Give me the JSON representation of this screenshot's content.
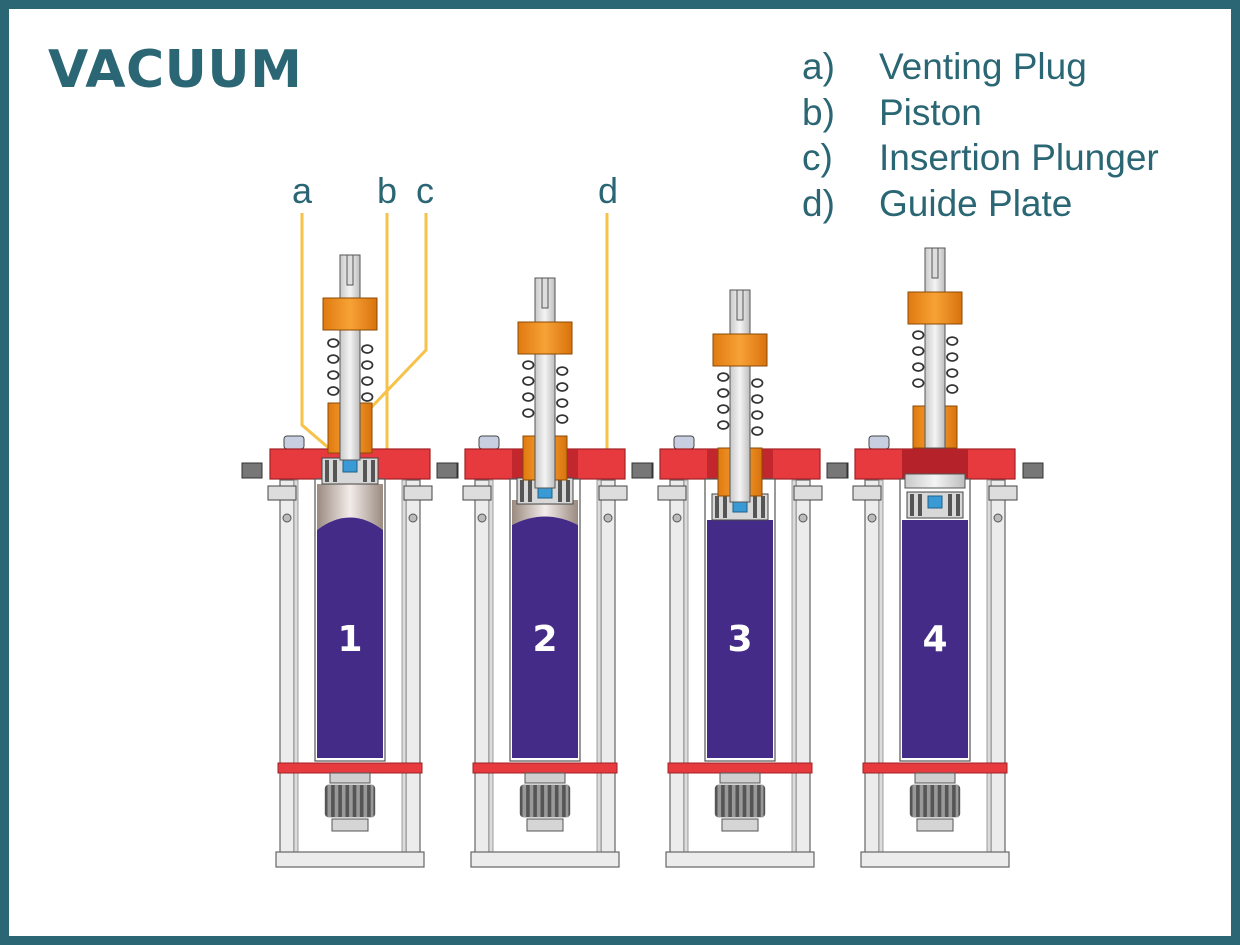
{
  "title": "VACUUM",
  "legend": [
    {
      "key": "a)",
      "label": "Venting Plug"
    },
    {
      "key": "b)",
      "label": "Piston"
    },
    {
      "key": "c)",
      "label": "Insertion Plunger"
    },
    {
      "key": "d)",
      "label": "Guide Plate"
    }
  ],
  "callouts": [
    "a",
    "b",
    "c",
    "d"
  ],
  "stages": [
    {
      "number": "1"
    },
    {
      "number": "2"
    },
    {
      "number": "3"
    },
    {
      "number": "4"
    }
  ],
  "colors": {
    "frame": "#2a6673",
    "text": "#2a6673",
    "guide_plate": "#e63a3f",
    "plunger": "#f0931e",
    "liquid": "#432b87",
    "callout_line": "#f6c24a",
    "venting_plug": "#3a9ad6"
  }
}
